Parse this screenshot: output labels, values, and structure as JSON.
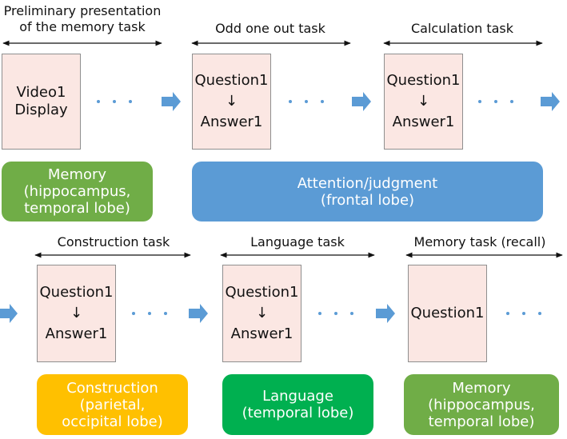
{
  "phases": [
    {
      "id": "prelim",
      "title": "Preliminary presentation\nof the memory task"
    },
    {
      "id": "oddone",
      "title": "Odd one out task"
    },
    {
      "id": "calc",
      "title": "Calculation task"
    },
    {
      "id": "construct",
      "title": "Construction task"
    },
    {
      "id": "language",
      "title": "Language task"
    },
    {
      "id": "recall",
      "title": "Memory task (recall)"
    }
  ],
  "cards": [
    {
      "id": "video",
      "line1": "Video1",
      "line2": "Display"
    },
    {
      "id": "oddone",
      "question": "Question1",
      "arrow": "↓",
      "answer": "Answer1"
    },
    {
      "id": "calc",
      "question": "Question1",
      "arrow": "↓",
      "answer": "Answer1"
    },
    {
      "id": "construct",
      "question": "Question1",
      "arrow": "↓",
      "answer": "Answer1"
    },
    {
      "id": "language",
      "question": "Question1",
      "arrow": "↓",
      "answer": "Answer1"
    },
    {
      "id": "recall",
      "question": "Question1"
    }
  ],
  "regions": [
    {
      "id": "memory1",
      "text": "Memory\n(hippocampus,\ntemporal lobe)",
      "color": "#70ad47"
    },
    {
      "id": "attention",
      "text": "Attention/judgment\n(frontal lobe)",
      "color": "#5b9bd5"
    },
    {
      "id": "construction",
      "text": "Construction\n(parietal,\noccipital lobe)",
      "color": "#ffc000"
    },
    {
      "id": "language",
      "text": "Language\n(temporal lobe)",
      "color": "#00b050"
    },
    {
      "id": "memory2",
      "text": "Memory\n(hippocampus,\ntemporal lobe)",
      "color": "#70ad47"
    }
  ],
  "colors": {
    "card_fill": "#fbe7e3",
    "flow_arrow": "#5b9bd5",
    "dots": "#5b9bd5"
  }
}
